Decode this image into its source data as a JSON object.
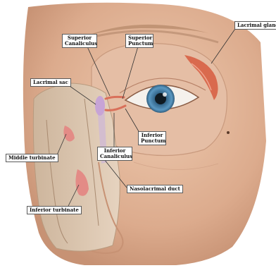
{
  "labels": {
    "lacrimal_gland": "Lacrimal gland",
    "superior_canaliculus": [
      "Superior",
      "Canaliculus"
    ],
    "superior_punctum": [
      "Superior",
      "Punctum"
    ],
    "lacrimal_sac": "Lacrimal sac",
    "inferior_punctum": [
      "Inferior",
      "Punctum"
    ],
    "inferior_canaliculus": [
      "Inferior",
      "Canaliculus"
    ],
    "middle_turbinate": "Middle turbinate",
    "nasolacrimal_duct": "Nasolacrimal duct",
    "inferior_turbinate": "Inferior turbinate"
  },
  "colors": {
    "skin": "#e2b79a",
    "skin_shadow": "#c9957a",
    "cavity": "#d9c3ae",
    "cavity_dark": "#bfa489",
    "iris": "#3f7fa8",
    "gland": "#d96a4e",
    "sac": "#c7a4d6",
    "turbinate": "#e38b86"
  }
}
